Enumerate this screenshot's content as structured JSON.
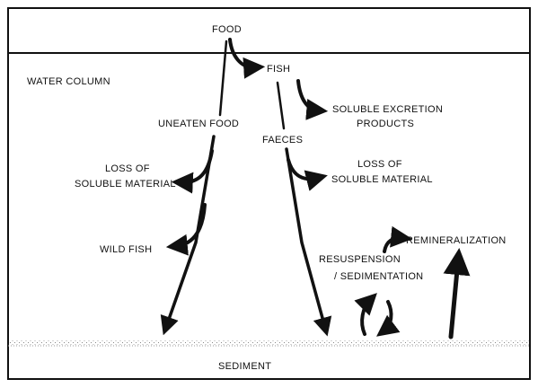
{
  "labels": {
    "food": "FOOD",
    "fish": "FISH",
    "water_column": "WATER COLUMN",
    "uneaten_food": "UNEATEN FOOD",
    "faeces": "FAECES",
    "soluble_excretion_1": "SOLUBLE EXCRETION",
    "soluble_excretion_2": "PRODUCTS",
    "loss_left_1": "LOSS OF",
    "loss_left_2": "SOLUBLE MATERIAL",
    "loss_right_1": "LOSS OF",
    "loss_right_2": "SOLUBLE MATERIAL",
    "wild_fish": "WILD FISH",
    "resuspension_1": "RESUSPENSION",
    "resuspension_2": "/ SEDIMENTATION",
    "remineralization": "REMINERALIZATION",
    "sediment": "SEDIMENT"
  },
  "colors": {
    "ink": "#111111",
    "background": "#ffffff",
    "sediment_stipple": "#888888"
  }
}
